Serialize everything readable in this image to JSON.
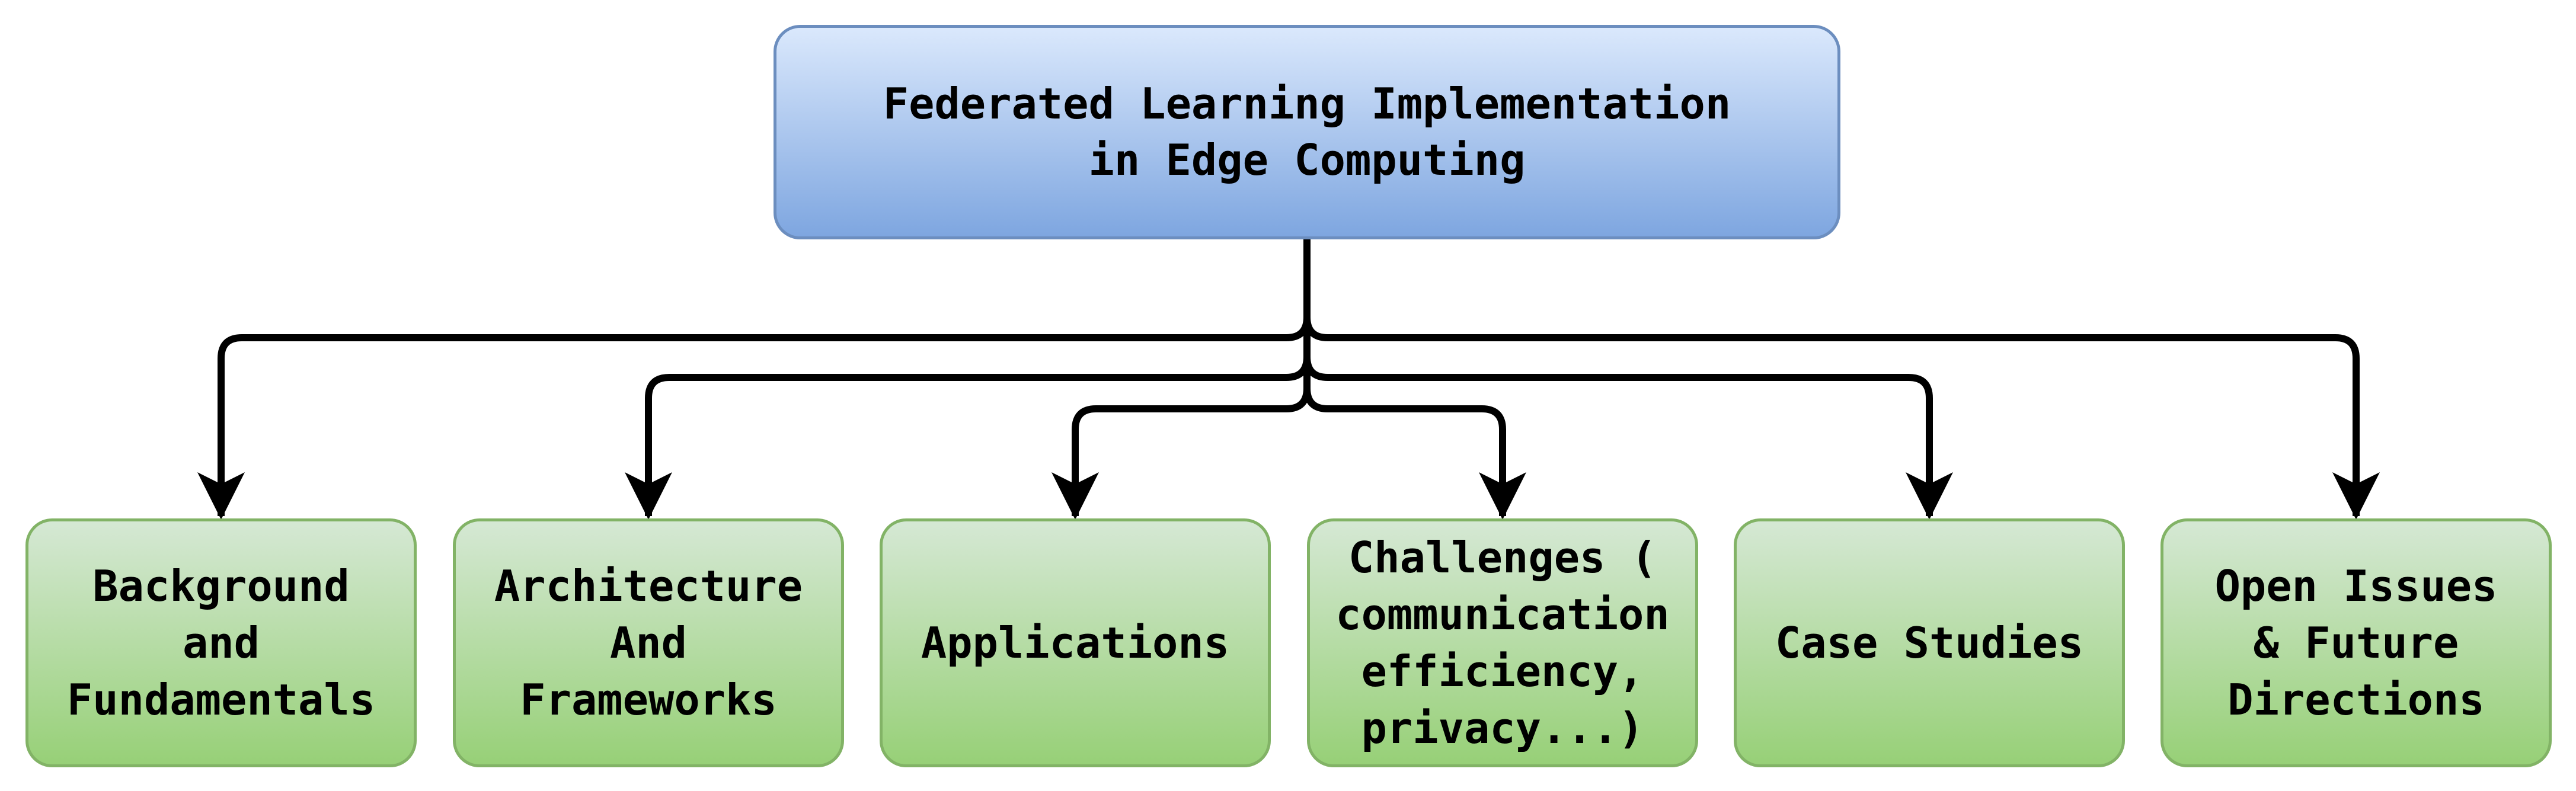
{
  "diagram": {
    "root": {
      "label": "Federated Learning Implementation\nin Edge Computing"
    },
    "children": [
      {
        "label": "Background\nand\nFundamentals"
      },
      {
        "label": "Architecture\nAnd\nFrameworks"
      },
      {
        "label": "Applications"
      },
      {
        "label": "Challenges (\ncommunication\nefficiency,\nprivacy...)"
      },
      {
        "label": "Case Studies"
      },
      {
        "label": "Open Issues\n& Future\nDirections"
      }
    ],
    "colors": {
      "root_fill_top": "#dae8fc",
      "root_fill_bottom": "#7ea6e0",
      "root_border": "#6c8ebf",
      "child_fill_top": "#d5e8d4",
      "child_fill_bottom": "#97d077",
      "child_border": "#82b366",
      "connector": "#000000"
    }
  }
}
